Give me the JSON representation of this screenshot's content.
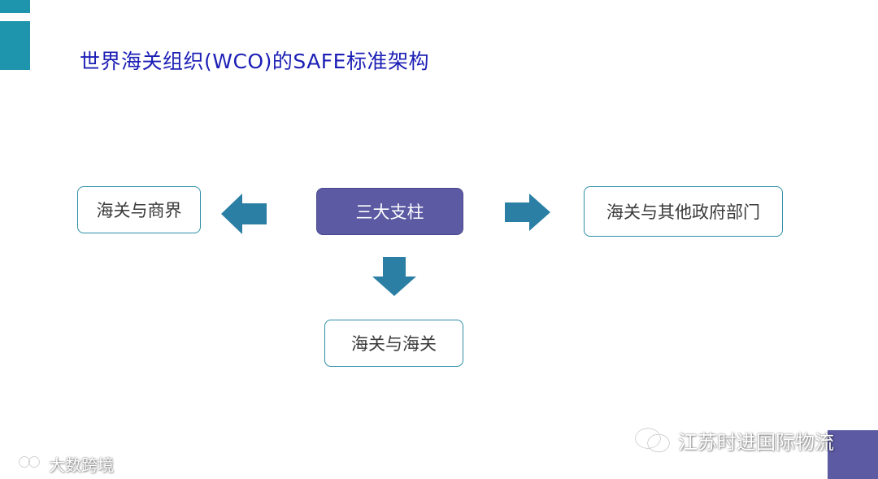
{
  "title": "世界海关组织(WCO)的SAFE标准架构",
  "diagram": {
    "center": "三大支柱",
    "left": "海关与商界",
    "right": "海关与其他政府部门",
    "bottom": "海关与海关"
  },
  "watermarks": {
    "wechat_account": "江苏时进国际物流",
    "bottom_left": "大数跨境"
  },
  "colors": {
    "accent_teal": "#1e95ac",
    "title_blue": "#1c1fb5",
    "center_box": "#5b5aa3",
    "box_border": "#2d8ea5",
    "arrow": "#2b7fa5"
  }
}
